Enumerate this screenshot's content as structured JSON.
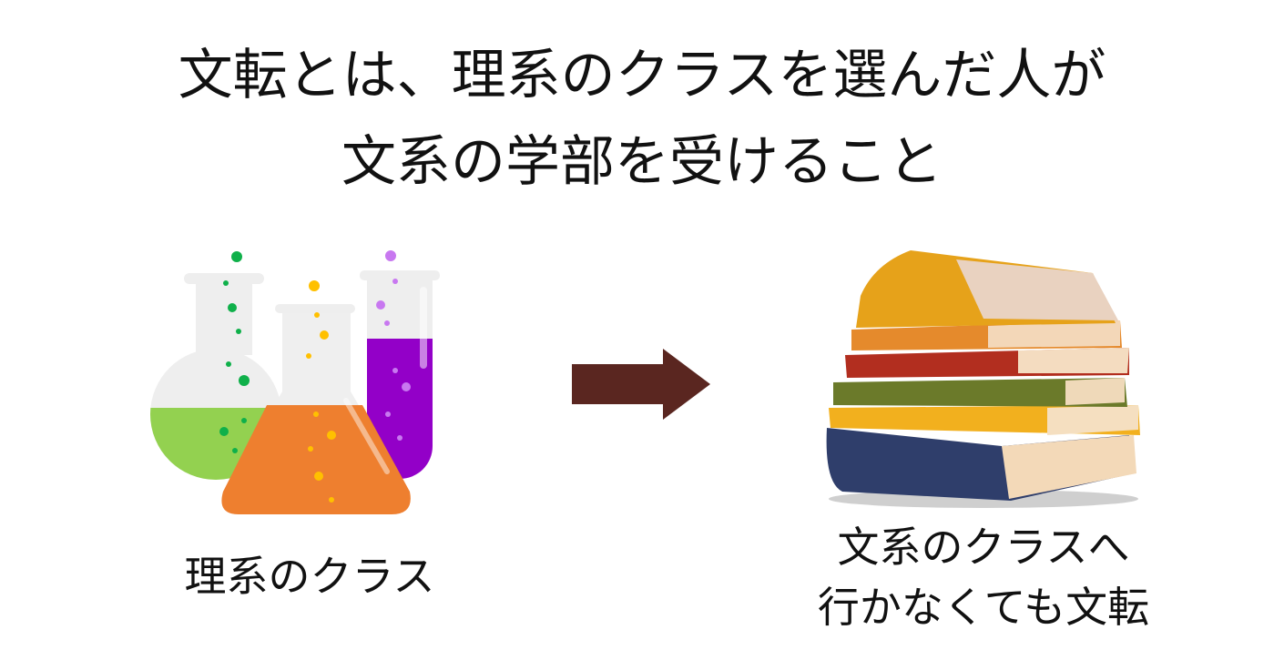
{
  "title": {
    "line1": "文転とは、理系のクラスを選んだ人が",
    "line2": "文系の学部を受けること"
  },
  "left": {
    "label": "理系のクラス",
    "icon": "lab-flasks-icon"
  },
  "arrow": {
    "icon": "right-arrow-icon",
    "color": "#5a2620"
  },
  "right": {
    "label_line1": "文系のクラスへ",
    "label_line2": "行かなくても文転",
    "icon": "book-stack-icon"
  }
}
